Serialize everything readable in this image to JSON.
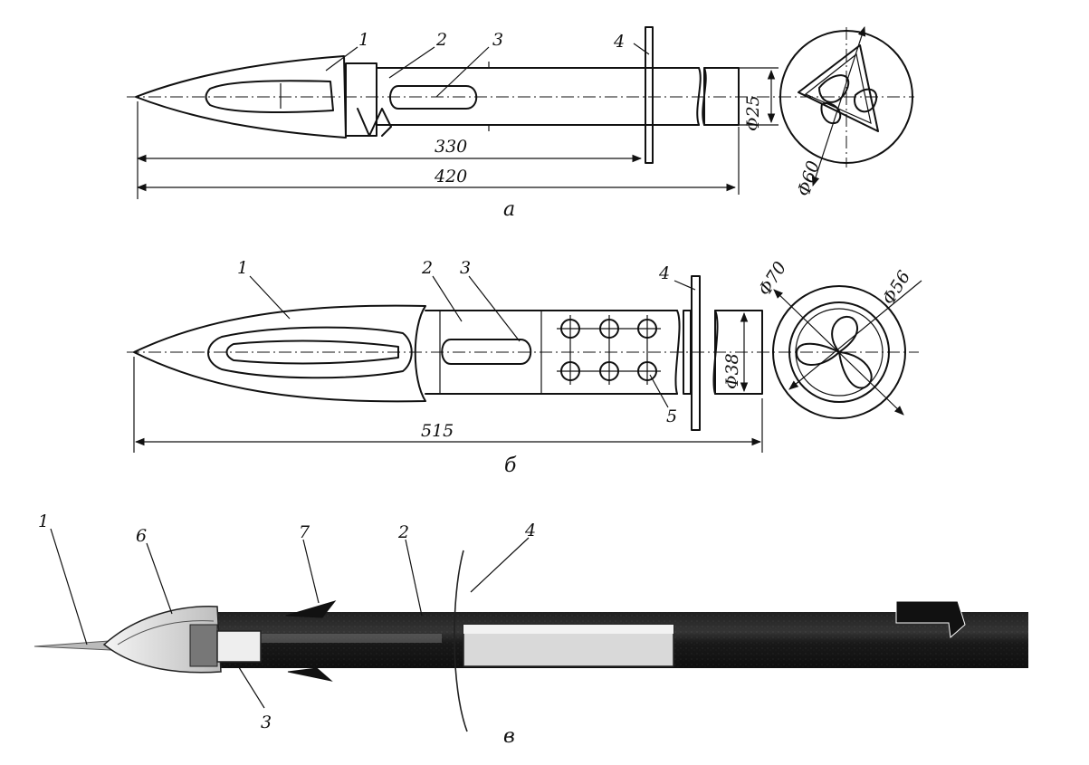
{
  "figure_a": {
    "callouts": [
      "1",
      "2",
      "3",
      "4"
    ],
    "dimensions": {
      "length_330": "330",
      "length_420": "420",
      "diameter_25": "Φ25",
      "diameter_60": "Φ60"
    },
    "caption": "а"
  },
  "figure_b": {
    "callouts": [
      "1",
      "2",
      "3",
      "4",
      "5"
    ],
    "dimensions": {
      "length_515": "515",
      "diameter_38": "Φ38",
      "diameter_70": "Φ70",
      "diameter_56": "Φ56"
    },
    "caption": "б"
  },
  "figure_v": {
    "callouts": [
      "1",
      "6",
      "7",
      "2",
      "4",
      "3"
    ],
    "caption": "в"
  }
}
